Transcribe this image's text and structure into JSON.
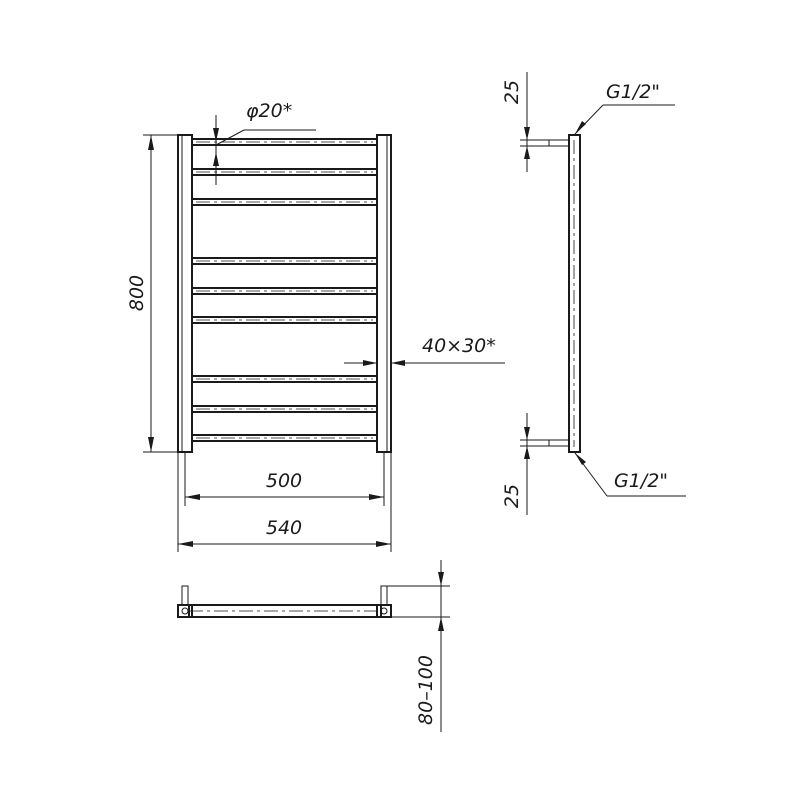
{
  "drawing": {
    "labels": {
      "pipe_diameter": "φ20*",
      "height": "800",
      "center_distance": "500",
      "overall_width": "540",
      "profile": "40×30*",
      "top_offset": "25",
      "bottom_offset": "25",
      "thread_top": "G1/2\"",
      "thread_bottom": "G1/2\"",
      "wall_distance": "80–100"
    },
    "rung_count": 9
  }
}
